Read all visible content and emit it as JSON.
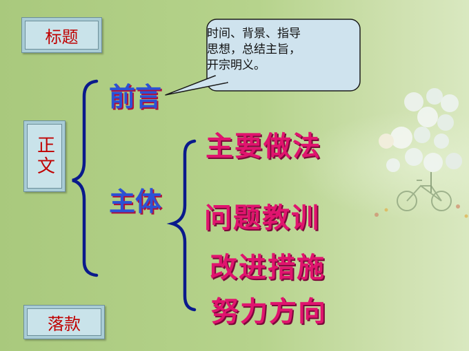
{
  "boxes": {
    "title": "标题",
    "body": "正文",
    "signature": "落款"
  },
  "bubble": {
    "text": "时间、背景、指导\n思想，总结主旨，\n开宗明义。"
  },
  "branches": {
    "preface": "前言",
    "main": "主体"
  },
  "main_items": [
    "主要做法",
    "问题教训",
    "改进措施",
    "努力方向"
  ],
  "colors": {
    "background": "#b3d08a",
    "box_fill": "#c9e3ea",
    "box_text": "#c00000",
    "bracket": "#0a1a8c",
    "branch_text": "#2b52d6",
    "item_text": "#e0146e",
    "bubble_fill": "#cfe3ee"
  }
}
